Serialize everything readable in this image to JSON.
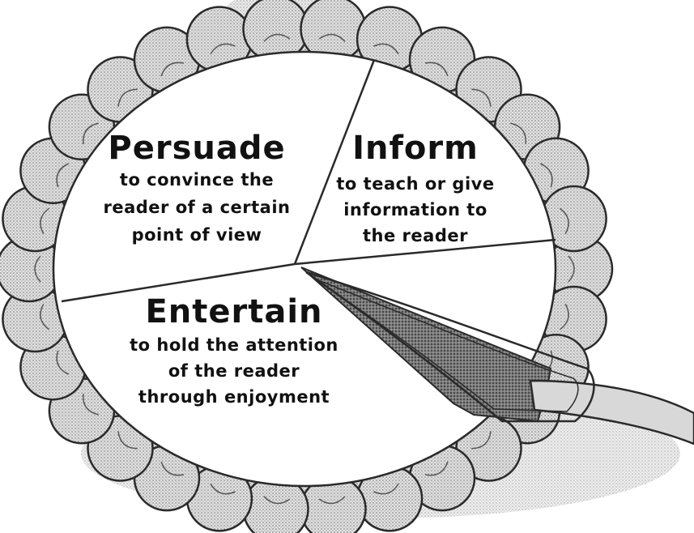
{
  "sections": {
    "persuade": {
      "title": "Persuade",
      "lines": [
        "to convince the",
        "reader of a certain",
        "point of view"
      ]
    },
    "inform": {
      "title": "Inform",
      "lines": [
        "to teach or give",
        "information to",
        "the reader"
      ]
    },
    "entertain": {
      "title": "Entertain",
      "lines": [
        "to hold the attention",
        "of the reader",
        "through enjoyment"
      ]
    }
  },
  "colors": {
    "crust": "#c4c4c4",
    "crust_outline": "#2a2a2a",
    "filling": "#ffffff",
    "cut_slice_filling": "#707070",
    "server": "#d8d8d8",
    "shadow": "#d6d6d6"
  }
}
